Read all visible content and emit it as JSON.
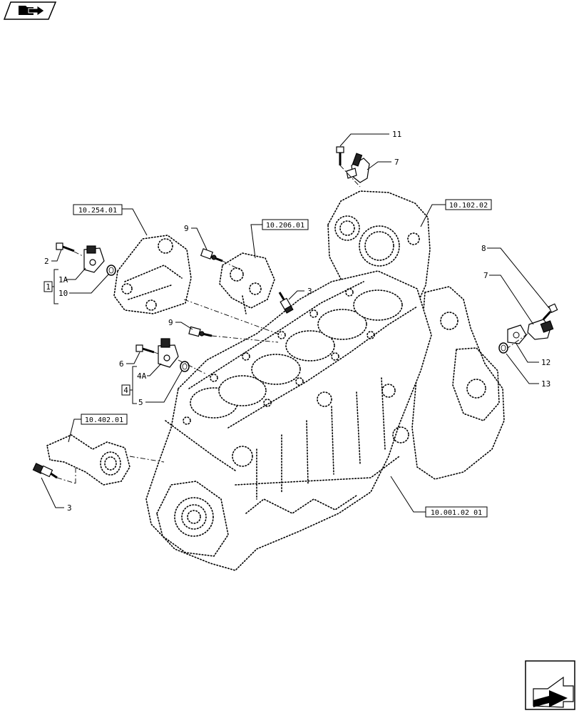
{
  "header": {
    "nav_icon": "folder-arrow-icon"
  },
  "footer": {
    "nav_icon": "next-page-arrow-icon"
  },
  "references": {
    "r1": "10.254.01",
    "r2": "10.206.01",
    "r3": "10.102.02",
    "r4": "10.402.01",
    "r5": "10.001.02 01"
  },
  "callouts": {
    "c11": "11",
    "c7a": "7",
    "c9a": "9",
    "c3a": "3",
    "c2": "2",
    "c1a": "1A",
    "c10": "10",
    "c1": "1",
    "c9b": "9",
    "c6": "6",
    "c4a": "4A",
    "c5": "5",
    "c4": "4",
    "c3b": "3",
    "c8": "8",
    "c7b": "7",
    "c12": "12",
    "c13": "13"
  }
}
